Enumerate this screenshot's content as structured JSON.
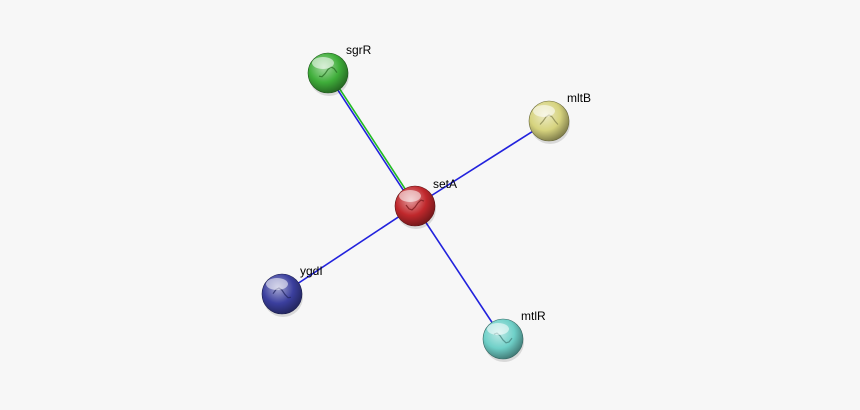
{
  "network": {
    "nodes": [
      {
        "id": "setA",
        "label": "setA",
        "color": "#c0282c",
        "role": "query"
      },
      {
        "id": "sgrR",
        "label": "sgrR",
        "color": "#3fae3a"
      },
      {
        "id": "mltB",
        "label": "mltB",
        "color": "#d6d37e"
      },
      {
        "id": "ygdI",
        "label": "ygdI",
        "color": "#3b3f9e"
      },
      {
        "id": "mtlR",
        "label": "mtlR",
        "color": "#6fd0c8"
      }
    ],
    "edges": [
      {
        "from": "setA",
        "to": "sgrR",
        "colors": [
          "#2222dd",
          "#22bb22"
        ]
      },
      {
        "from": "setA",
        "to": "mltB",
        "colors": [
          "#2222dd"
        ]
      },
      {
        "from": "setA",
        "to": "ygdI",
        "colors": [
          "#2222dd"
        ]
      },
      {
        "from": "setA",
        "to": "mtlR",
        "colors": [
          "#2222dd"
        ]
      }
    ]
  }
}
